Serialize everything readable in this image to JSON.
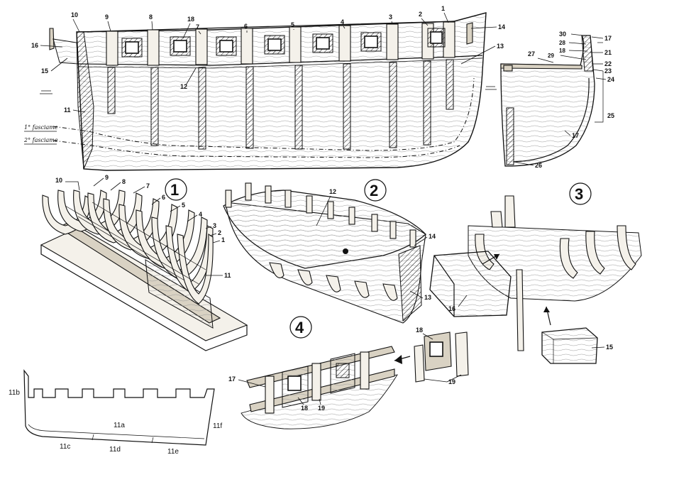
{
  "side_view": {
    "frame_labels": [
      "10",
      "9",
      "8",
      "7",
      "6",
      "5",
      "4",
      "3",
      "2",
      "1"
    ],
    "part_labels": {
      "p18": "18",
      "p14": "14",
      "p13": "13",
      "p16": "16",
      "p15": "15",
      "p12": "12",
      "p11": "11"
    },
    "planking": [
      "1° fasciame",
      "2° fasciame"
    ]
  },
  "section_view": {
    "labels": [
      "30",
      "17",
      "28",
      "18",
      "21",
      "29",
      "22",
      "27",
      "23",
      "24",
      "25",
      "17",
      "26"
    ]
  },
  "steps": [
    "1",
    "2",
    "3",
    "4"
  ],
  "step1": {
    "frame_labels": [
      "10",
      "9",
      "8",
      "7",
      "6",
      "5",
      "4",
      "3",
      "2",
      "1"
    ],
    "part_label": "11"
  },
  "step2": {
    "labels": [
      "12",
      "14",
      "13"
    ]
  },
  "step3": {
    "labels": [
      "16",
      "15"
    ]
  },
  "step4": {
    "labels": [
      "17",
      "18",
      "19",
      "18",
      "19"
    ]
  },
  "keel_template": {
    "labels": [
      "11b",
      "11a",
      "11f",
      "11c",
      "11d",
      "11e"
    ]
  }
}
